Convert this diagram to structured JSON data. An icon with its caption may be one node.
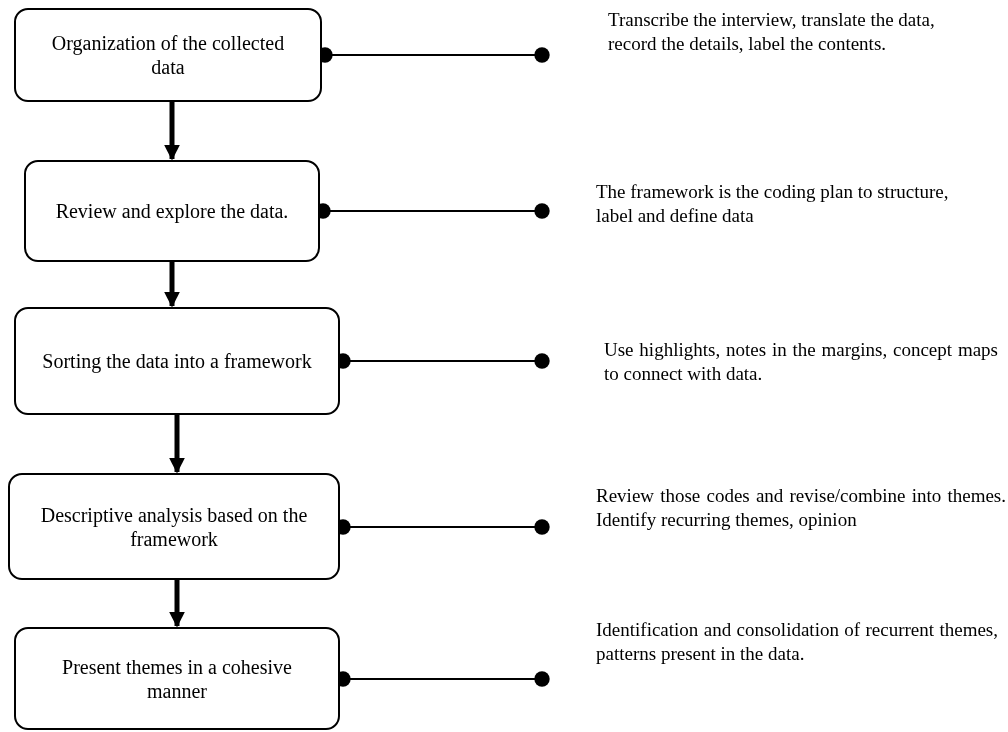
{
  "diagram": {
    "nodes": [
      {
        "text": [
          "Organization of the collected data"
        ]
      },
      {
        "text": [
          "Review and explore the data."
        ]
      },
      {
        "text": [
          "Sorting the data into a framework"
        ]
      },
      {
        "text": [
          "Descriptive analysis based on the framework"
        ]
      },
      {
        "text": [
          "Present themes in a cohesive manner"
        ]
      },
      {
        "text": [
          "Transcribe the interview, translate the data, record the details, label the contents."
        ]
      },
      {
        "text": [
          "The framework is the coding plan to structure, label and define data"
        ]
      },
      {
        "text": [
          "Use highlights, notes in the margins, concept maps to connect with data."
        ]
      },
      {
        "text": [
          "Review those codes and revise/combine into themes. Identify recurring themes, opinion"
        ]
      },
      {
        "text": [
          "Identification and consolidation of recurrent themes, patterns present in the data."
        ]
      }
    ],
    "edges": [
      {
        "from": 0,
        "to": 1,
        "arrow": "to",
        "style": "thick"
      },
      {
        "from": 1,
        "to": 2,
        "arrow": "to",
        "style": "thick"
      },
      {
        "from": 2,
        "to": 3,
        "arrow": "to",
        "style": "thick"
      },
      {
        "from": 3,
        "to": 4,
        "arrow": "to",
        "style": "thick"
      },
      {
        "from": 0,
        "to": 5,
        "arrow": "other"
      },
      {
        "from": 1,
        "to": 6,
        "arrow": "other"
      },
      {
        "from": 2,
        "to": 7,
        "arrow": "other"
      },
      {
        "from": 3,
        "to": 8,
        "arrow": "other"
      },
      {
        "from": 4,
        "to": 9,
        "arrow": "other"
      }
    ]
  }
}
